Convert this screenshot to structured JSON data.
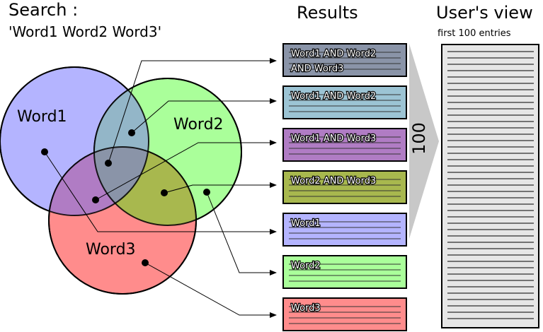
{
  "search": {
    "heading": "Search :",
    "query": "'Word1 Word2 Word3'"
  },
  "results": {
    "heading": "Results",
    "boxes": [
      {
        "line1": "Word1 AND Word2",
        "line2": "AND Word3",
        "color": "#8a94a8"
      },
      {
        "line1": "Word1 AND Word2",
        "line2": "",
        "color": "#9cc4d4"
      },
      {
        "line1": "Word1 AND Word3",
        "line2": "",
        "color": "#b07cc4"
      },
      {
        "line1": "Word2 AND Word3",
        "line2": "",
        "color": "#a8b84e"
      },
      {
        "line1": "Word1",
        "line2": "",
        "color": "#b4b4ff"
      },
      {
        "line1": "Word2",
        "line2": "",
        "color": "#aaff9a"
      },
      {
        "line1": "Word3",
        "line2": "",
        "color": "#ff8c8c"
      }
    ]
  },
  "funnel": {
    "label": "100"
  },
  "users_view": {
    "heading": "User's view",
    "subheading": "first 100 entries"
  },
  "venn": {
    "word1": {
      "label": "Word1",
      "color": "#b4b4ff"
    },
    "word2": {
      "label": "Word2",
      "color": "#aaff9a"
    },
    "word3": {
      "label": "Word3",
      "color": "#ff8c8c"
    }
  }
}
